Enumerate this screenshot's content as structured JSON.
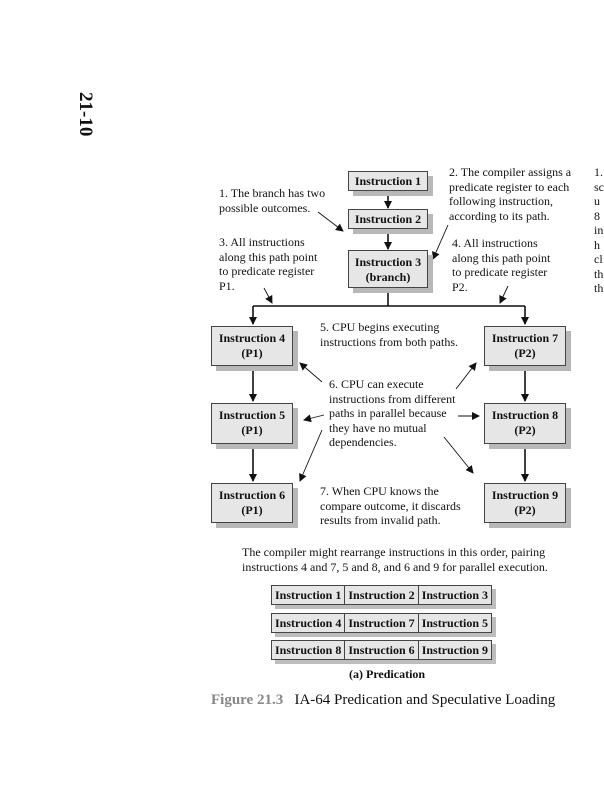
{
  "page_number": "21-10",
  "boxes": {
    "i1": "Instruction 1",
    "i2": "Instruction 2",
    "i3a": "Instruction 3",
    "i3b": "(branch)",
    "i4a": "Instruction 4",
    "i4b": "(P1)",
    "i5a": "Instruction 5",
    "i5b": "(P1)",
    "i6a": "Instruction 6",
    "i6b": "(P1)",
    "i7a": "Instruction 7",
    "i7b": "(P2)",
    "i8a": "Instruction 8",
    "i8b": "(P2)",
    "i9a": "Instruction 9",
    "i9b": "(P2)"
  },
  "notes": {
    "n1": [
      "1. The branch has two",
      "possible outcomes."
    ],
    "n2": [
      "2. The compiler assigns a",
      "predicate register to each",
      "following instruction,",
      "according to its path."
    ],
    "n3": [
      "3. All instructions",
      "along this path point",
      "to predicate register",
      "P1."
    ],
    "n4": [
      "4. All instructions",
      "along this path point",
      "to predicate register",
      "P2."
    ],
    "n5": [
      "5. CPU begins executing",
      "instructions from both paths."
    ],
    "n6": [
      "6. CPU can execute",
      "instructions from different",
      "paths in parallel because",
      "they have no mutual",
      "dependencies."
    ],
    "n7": [
      "7. When CPU knows the",
      "compare outcome, it discards",
      "results from invalid path."
    ]
  },
  "edge_text": [
    "1.",
    "sc",
    "u",
    "8",
    "in",
    "h",
    "cl",
    "th",
    "th"
  ],
  "caption": [
    "The compiler might rearrange instructions in this order, pairing",
    "instructions 4 and 7, 5 and 8, and 6 and 9 for parallel execution."
  ],
  "table_rows": [
    [
      "Instruction 1",
      "Instruction 2",
      "Instruction 3"
    ],
    [
      "Instruction 4",
      "Instruction 7",
      "Instruction 5"
    ],
    [
      "Instruction 8",
      "Instruction 6",
      "Instruction 9"
    ]
  ],
  "subcaption": "(a) Predication",
  "figure": {
    "number": "Figure 21.3",
    "title": "IA-64 Predication and Speculative Loading"
  }
}
